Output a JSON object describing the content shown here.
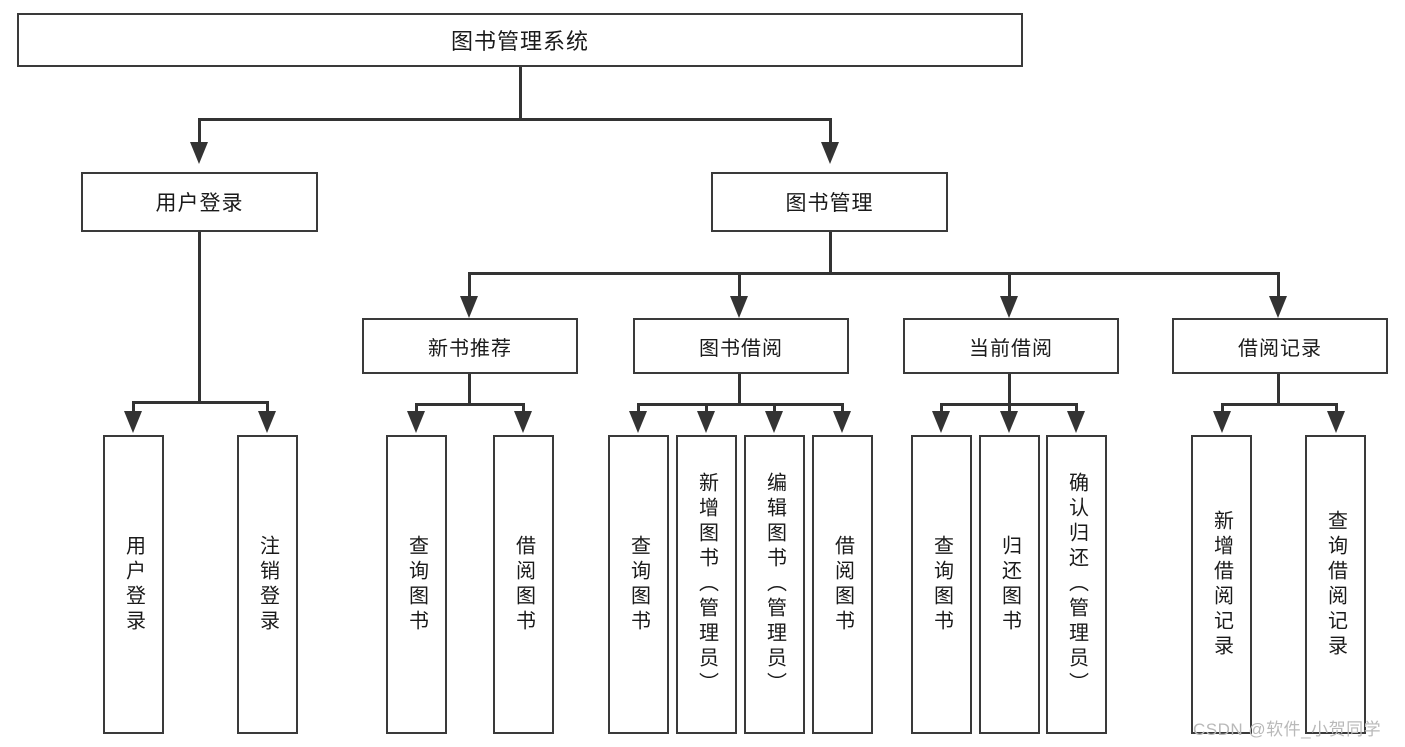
{
  "diagram": {
    "title": "图书管理系统",
    "type": "hierarchy-tree",
    "root": {
      "label": "图书管理系统"
    },
    "level1": [
      {
        "label": "用户登录"
      },
      {
        "label": "图书管理"
      }
    ],
    "level2": [
      {
        "label": "新书推荐"
      },
      {
        "label": "图书借阅"
      },
      {
        "label": "当前借阅"
      },
      {
        "label": "借阅记录"
      }
    ],
    "leaves": {
      "user_login": [
        {
          "label": "用户登录"
        },
        {
          "label": "注销登录"
        }
      ],
      "new_book_recommend": [
        {
          "label": "查询图书"
        },
        {
          "label": "借阅图书"
        }
      ],
      "book_borrow": [
        {
          "label": "查询图书"
        },
        {
          "label": "新增图书（管理员）"
        },
        {
          "label": "编辑图书（管理员）"
        },
        {
          "label": "借阅图书"
        }
      ],
      "current_borrow": [
        {
          "label": "查询图书"
        },
        {
          "label": "归还图书"
        },
        {
          "label": "确认归还（管理员）"
        }
      ],
      "borrow_record": [
        {
          "label": "新增借阅记录"
        },
        {
          "label": "查询借阅记录"
        }
      ]
    }
  },
  "watermark": {
    "text": "CSDN @软件_小贺同学"
  },
  "colors": {
    "box_border": "#3a3a3a",
    "connector": "#333333",
    "background": "#ffffff",
    "text": "#1a1a1a",
    "watermark": "#b9b9b9"
  }
}
